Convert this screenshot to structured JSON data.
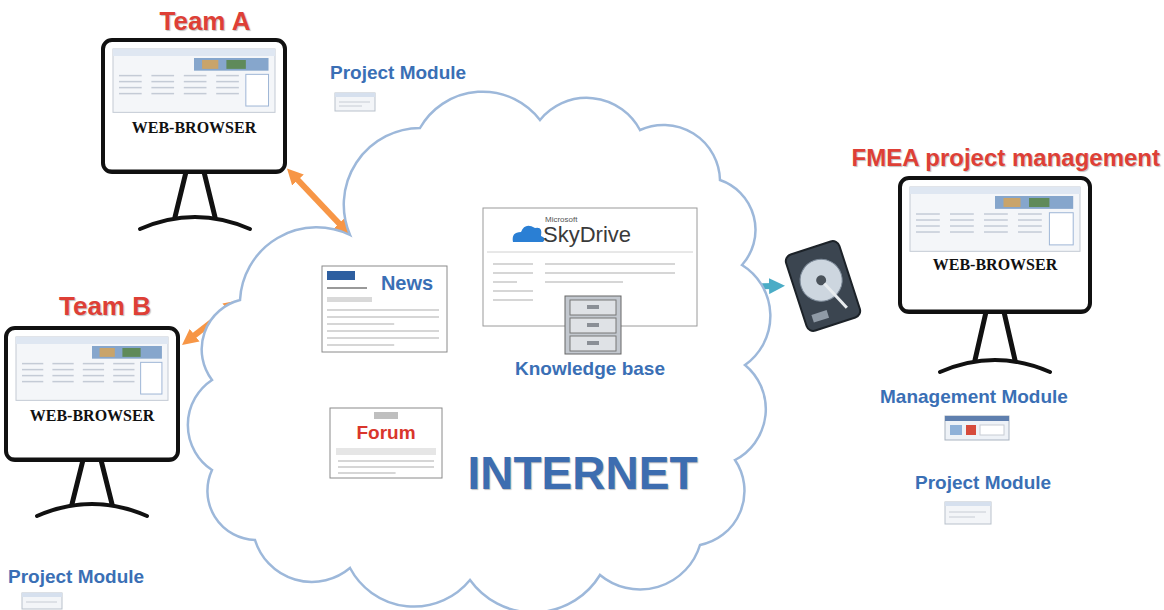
{
  "diagram": {
    "nodes": [
      {
        "text": [
          "Team A",
          "WEB-BROWSER"
        ]
      },
      {
        "text": [
          "Team B",
          "WEB-BROWSER"
        ]
      },
      {
        "text": [
          "INTERNET"
        ]
      },
      {
        "text": [
          "News"
        ],
        "in": 2
      },
      {
        "text": [
          "Microsoft",
          "SkyDrive",
          "Knowledge base"
        ],
        "in": 2
      },
      {
        "text": [
          "Forum"
        ],
        "in": 2
      },
      {
        "text": [
          "FMEA project management",
          "WEB-BROWSER"
        ]
      }
    ],
    "edges": [
      {
        "from": 0,
        "to": 2,
        "arrow": "both"
      },
      {
        "from": 1,
        "to": 2,
        "arrow": "both"
      },
      {
        "from": 4,
        "to": 6,
        "arrow": "both"
      }
    ],
    "labels": [
      "Project Module",
      "Management Module",
      "Project Module",
      "Project Module"
    ]
  }
}
